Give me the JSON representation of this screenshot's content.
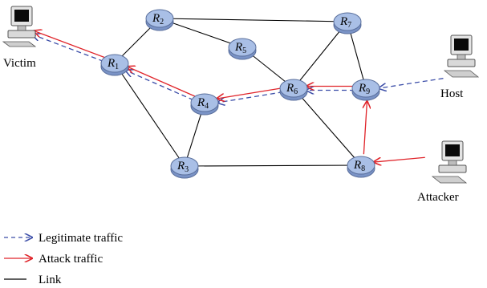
{
  "routers": [
    {
      "id": "R1",
      "name": "R",
      "sub": "1"
    },
    {
      "id": "R2",
      "name": "R",
      "sub": "2"
    },
    {
      "id": "R3",
      "name": "R",
      "sub": "3"
    },
    {
      "id": "R4",
      "name": "R",
      "sub": "4"
    },
    {
      "id": "R5",
      "name": "R",
      "sub": "5"
    },
    {
      "id": "R6",
      "name": "R",
      "sub": "6"
    },
    {
      "id": "R7",
      "name": "R",
      "sub": "7"
    },
    {
      "id": "R8",
      "name": "R",
      "sub": "8"
    },
    {
      "id": "R9",
      "name": "R",
      "sub": "9"
    }
  ],
  "computers": {
    "victim": {
      "label": "Victim"
    },
    "host": {
      "label": "Host"
    },
    "attacker": {
      "label": "Attacker"
    }
  },
  "links": [
    [
      "R1",
      "R2"
    ],
    [
      "R1",
      "R3"
    ],
    [
      "R2",
      "R5"
    ],
    [
      "R2",
      "R7"
    ],
    [
      "R5",
      "R6"
    ],
    [
      "R3",
      "R4"
    ],
    [
      "R3",
      "R8"
    ],
    [
      "R6",
      "R8"
    ],
    [
      "R7",
      "R6"
    ],
    [
      "R7",
      "R9"
    ]
  ],
  "legitimate_path": [
    "Host",
    "R9",
    "R6",
    "R4",
    "R1",
    "Victim"
  ],
  "attack_path": [
    "Attacker",
    "R8",
    "R9",
    "R6",
    "R4",
    "R1",
    "Victim"
  ],
  "legend": {
    "legitimate": "Legitimate traffic",
    "attack": "Attack traffic",
    "link": "Link"
  },
  "colors": {
    "router_fill": "#a9bfe6",
    "router_stroke": "#5a6f9c",
    "legitimate": "#3c4ea8",
    "attack": "#e0242a",
    "link": "#000000"
  }
}
